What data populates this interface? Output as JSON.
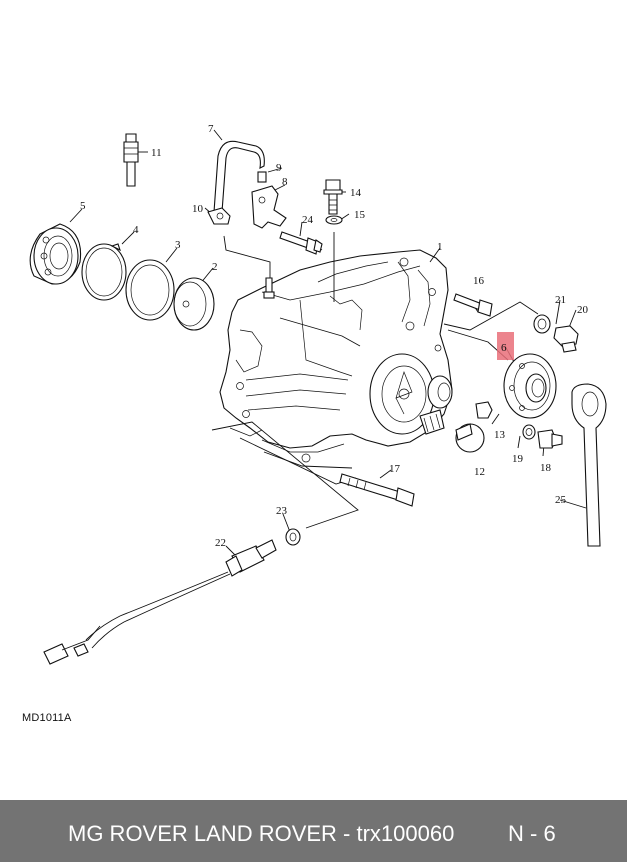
{
  "diagram": {
    "reference_code": "MD1011A",
    "highlight_color": "#e96f79",
    "callouts": [
      {
        "id": "c1",
        "label": "1"
      },
      {
        "id": "c2",
        "label": "2"
      },
      {
        "id": "c3",
        "label": "3"
      },
      {
        "id": "c4",
        "label": "4"
      },
      {
        "id": "c5",
        "label": "5"
      },
      {
        "id": "c6",
        "label": "6"
      },
      {
        "id": "c7",
        "label": "7"
      },
      {
        "id": "c8",
        "label": "8"
      },
      {
        "id": "c9",
        "label": "9"
      },
      {
        "id": "c10",
        "label": "10"
      },
      {
        "id": "c11",
        "label": "11"
      },
      {
        "id": "c12",
        "label": "12"
      },
      {
        "id": "c13",
        "label": "13"
      },
      {
        "id": "c14",
        "label": "14"
      },
      {
        "id": "c15",
        "label": "15"
      },
      {
        "id": "c16",
        "label": "16"
      },
      {
        "id": "c17",
        "label": "17"
      },
      {
        "id": "c18",
        "label": "18"
      },
      {
        "id": "c19",
        "label": "19"
      },
      {
        "id": "c20",
        "label": "20"
      },
      {
        "id": "c21",
        "label": "21"
      },
      {
        "id": "c22",
        "label": "22"
      },
      {
        "id": "c23",
        "label": "23"
      },
      {
        "id": "c24",
        "label": "24"
      },
      {
        "id": "c25",
        "label": "25"
      }
    ]
  },
  "footer": {
    "title": "MG ROVER LAND ROVER - trx100060",
    "page": "N - 6",
    "background": "#737373"
  }
}
